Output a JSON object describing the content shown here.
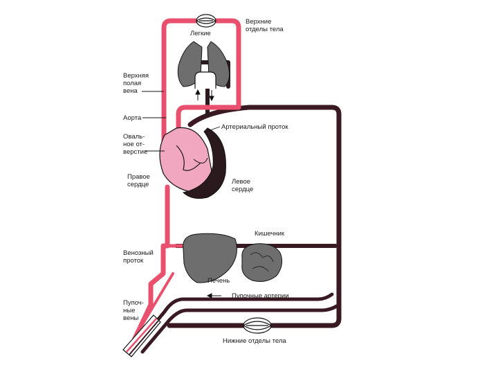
{
  "labels": {
    "upper_body": [
      "Верхние",
      "отделы тела"
    ],
    "lungs": "Легкие",
    "superior_vena_cava": [
      "Верхняя",
      "полая",
      "вена"
    ],
    "aorta": "Аорта",
    "foramen_ovale": [
      "Оваль-",
      "ное от-",
      "верстие"
    ],
    "ductus_arteriosus": "Артериальный проток",
    "right_heart": [
      "Правое",
      "сердце"
    ],
    "left_heart": [
      "Левое",
      "сердце"
    ],
    "intestine": "Кишечник",
    "ductus_venosus": [
      "Венозный",
      "проток"
    ],
    "liver": "Печень",
    "umbilical_arteries": "Пупочные артерии",
    "umbilical_veins": [
      "Пупоч-",
      "ные",
      "вены"
    ],
    "lower_body": "Нижние отделы тела"
  },
  "colors": {
    "oxygenated": "#e8506e",
    "venous": "#3a1a22",
    "heart_fill": "#f2a7c0",
    "organ_fill": "#6e6e6e",
    "outline": "#111111"
  }
}
